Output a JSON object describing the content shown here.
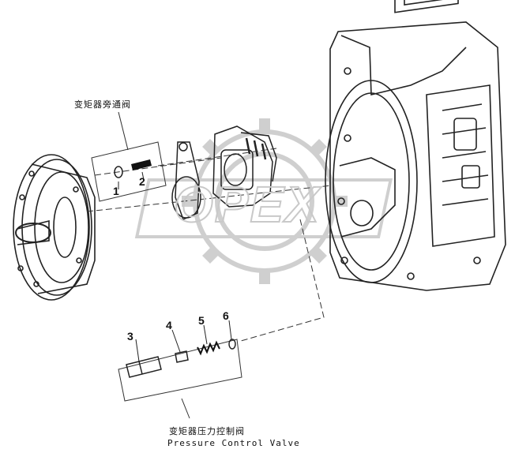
{
  "callouts": {
    "bypass_valve_cn": "变矩器旁通阀",
    "pressure_valve_cn": "变矩器压力控制阀",
    "pressure_valve_en": "Pressure Control Valve"
  },
  "part_numbers": [
    "1",
    "2",
    "3",
    "4",
    "5",
    "6"
  ],
  "watermark": "OPEX"
}
